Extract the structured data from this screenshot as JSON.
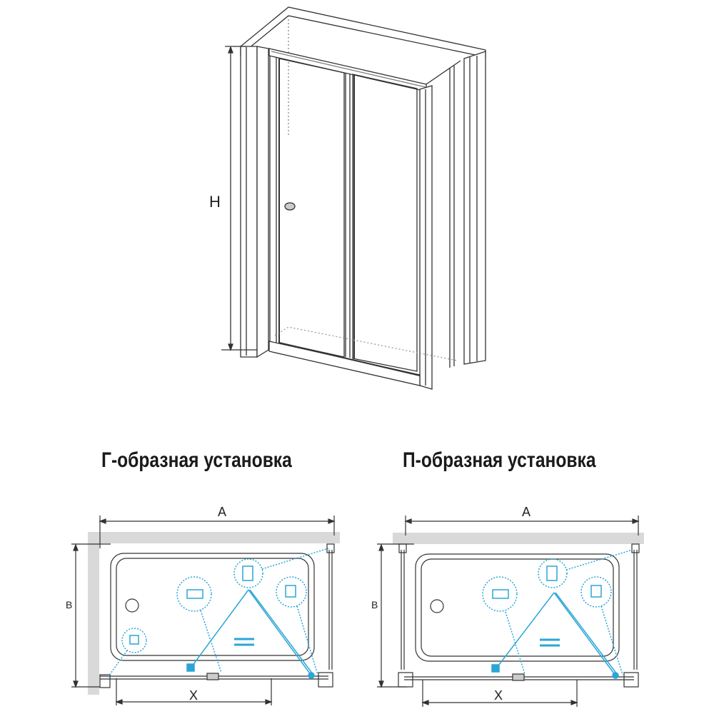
{
  "perspective": {
    "height_label": "H"
  },
  "layouts": [
    {
      "title": "Г-образная установка",
      "width_label": "A",
      "depth_label": "B",
      "opening_label": "X"
    },
    {
      "title": "П-образная установка",
      "width_label": "A",
      "depth_label": "B",
      "opening_label": "X"
    }
  ],
  "colors": {
    "line": "#333333",
    "wall_fill": "#d9d9d9",
    "accent_blue": "#2aa6d6"
  }
}
